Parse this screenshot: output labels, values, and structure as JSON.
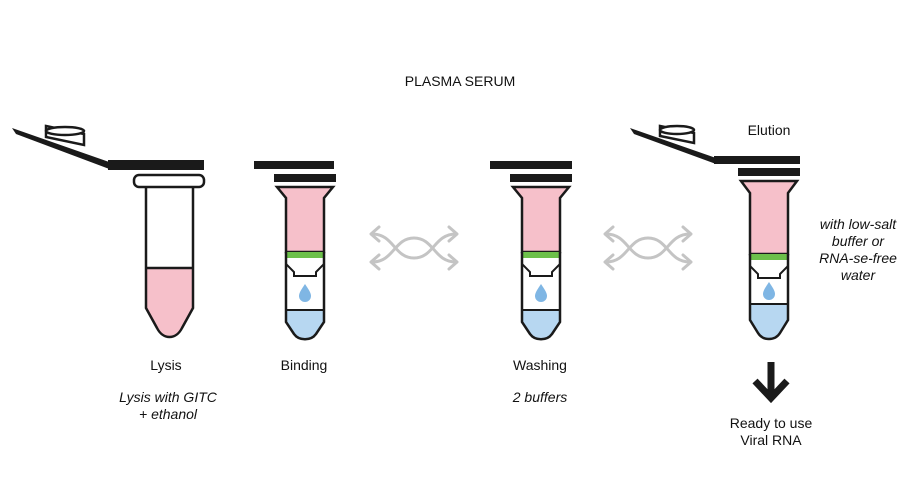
{
  "title": "PLASMA SERUM",
  "steps": {
    "lysis": {
      "label": "Lysis",
      "note_line1": "Lysis with GITC",
      "note_line2": "+ ethanol"
    },
    "binding": {
      "label": "Binding"
    },
    "washing": {
      "label": "Washing",
      "note": "2 buffers"
    },
    "elution": {
      "label": "Elution",
      "note_line1": "with low-salt",
      "note_line2": "buffer or",
      "note_line3": "RNA-se-free",
      "note_line4": "water"
    }
  },
  "result": {
    "line1": "Ready to use",
    "line2": "Viral RNA"
  },
  "colors": {
    "sample_pink": "#f6c0ca",
    "eluate_blue": "#b7d7f1",
    "membrane_green": "#6cc04a",
    "arrow_gray": "#c4c4c4",
    "outline": "#1a1a1a"
  },
  "icons": {
    "open_tube": "open-cap-tube-icon",
    "spin_column": "spin-column-icon",
    "drop": "water-drop-icon",
    "mixing": "bidirectional-mix-arrows-icon",
    "down_arrow": "down-arrow-icon"
  }
}
